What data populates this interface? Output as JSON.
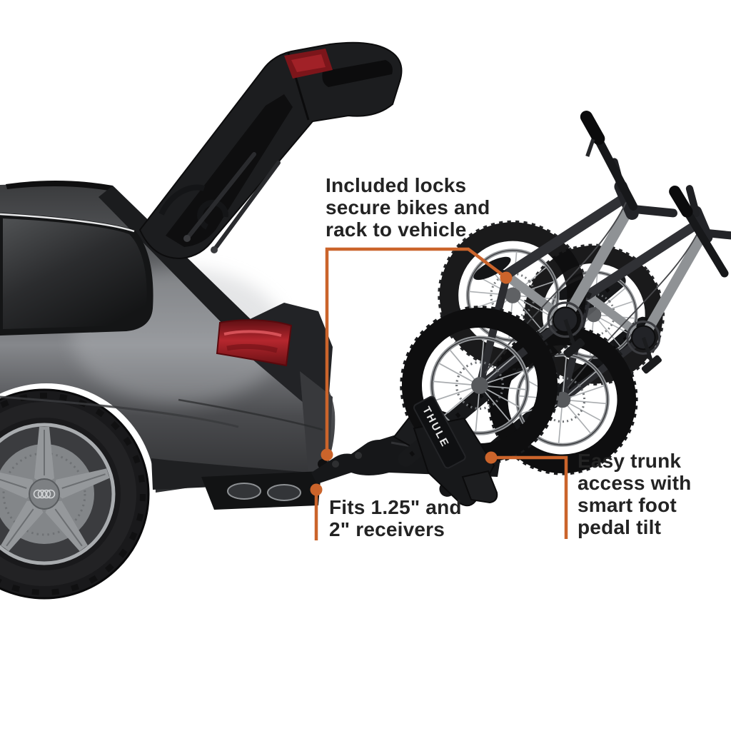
{
  "image": {
    "background": "#ffffff"
  },
  "colors": {
    "accent": "#CB642B",
    "text": "#232323",
    "car_body_gray": "#6e7073",
    "black_parts": "#17181a",
    "taillight_red": "#9a2026",
    "rim_silver": "#989b9e",
    "brand_text": "#e9e9e9"
  },
  "annotations": {
    "locks": {
      "lines": [
        "Included locks",
        "secure bikes and",
        "rack to vehicle"
      ]
    },
    "receivers": {
      "lines": [
        "Fits 1.25\" and",
        "2\" receivers"
      ]
    },
    "tilt": {
      "lines": [
        "Easy trunk",
        "access with",
        "smart foot",
        "pedal tilt"
      ]
    }
  },
  "product": {
    "brand_label": "THULE"
  }
}
